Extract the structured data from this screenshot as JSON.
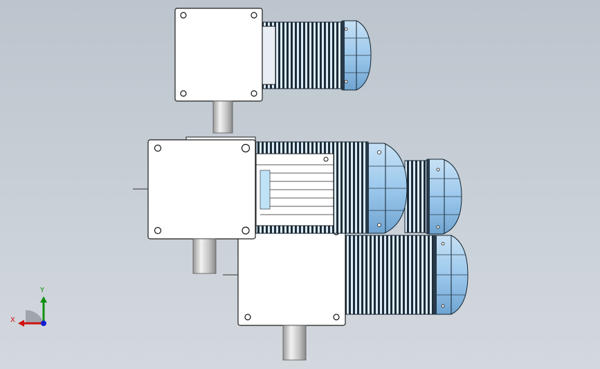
{
  "viewport": {
    "axes": {
      "x_label": "X",
      "y_label": "Y"
    }
  },
  "colors": {
    "background": "#c6cdd5",
    "housing_face": "#ffffff",
    "motor_rib_light": "#d9ecfb",
    "motor_rib_dark": "#1c2a36",
    "motor_cap": "#a9cfee",
    "shaft": "#c8c8c8",
    "axis_x": "#d01010",
    "axis_y": "#109010",
    "axis_z": "#1020d0"
  },
  "model": {
    "assembly": "gearmotor",
    "units": [
      {
        "id": "unit-top",
        "shaft": "down"
      },
      {
        "id": "unit-middle",
        "shaft": "down"
      },
      {
        "id": "unit-bottom",
        "shaft": "down"
      }
    ]
  }
}
